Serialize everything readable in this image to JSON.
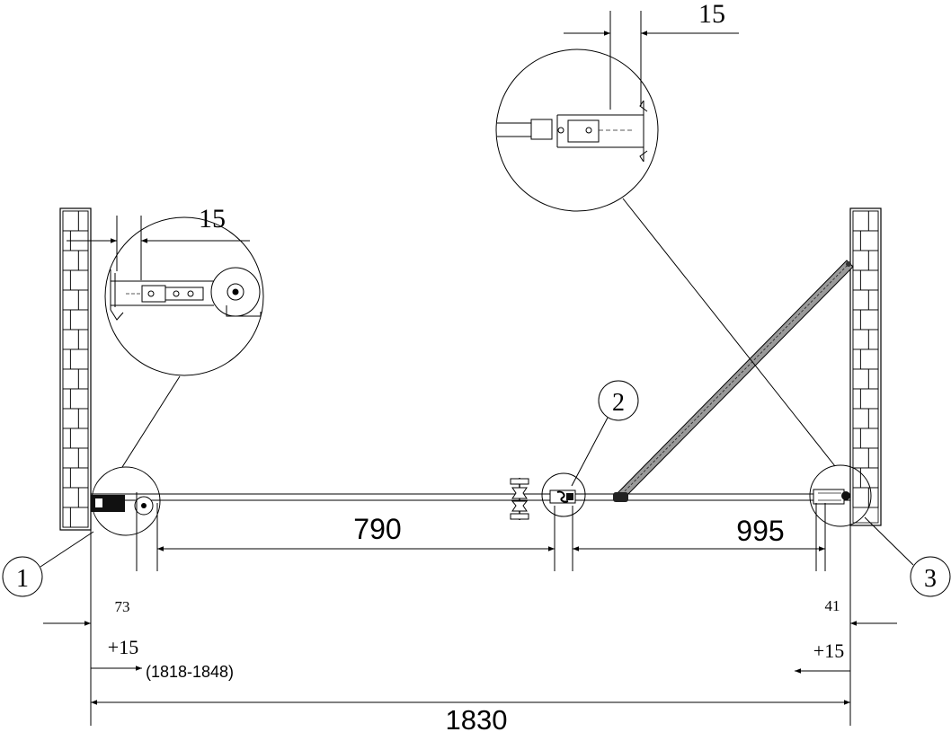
{
  "dimensions": {
    "top_detail_gap": "15",
    "left_detail_gap": "15",
    "left_panel": "790",
    "right_panel": "995",
    "left_offset": "73",
    "right_offset": "41",
    "left_adjust": "+15",
    "range": "(1818-1848)",
    "right_adjust": "+15",
    "total_width": "1830"
  },
  "callouts": {
    "one": "1",
    "two": "2",
    "three": "3"
  }
}
